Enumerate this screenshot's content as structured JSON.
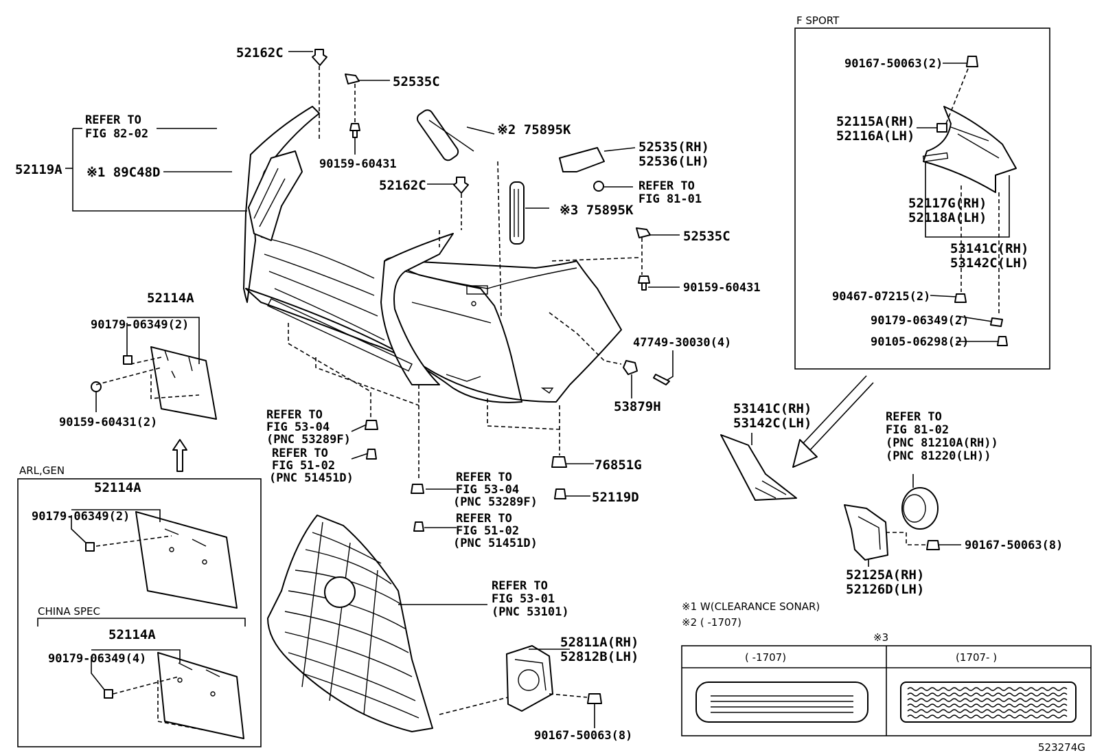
{
  "labels": {
    "p52162c_top": "52162C",
    "p52535c_top": "52535C",
    "refer82_a": "REFER TO",
    "refer82_b": "FIG 82-02",
    "p52119a": "52119A",
    "p89c48d": "※1 89C48D",
    "p90159_a": "90159-60431",
    "p75895k_2": "※2 75895K",
    "p52535rh": "52535(RH)",
    "p52536lh": "52536(LH)",
    "refer81_a": "REFER TO",
    "refer81_b": "FIG 81-01",
    "p52162c_mid": "52162C",
    "p75895k_3": "※3 75895K",
    "p52535c_mid": "52535C",
    "p90159_b": "90159-60431",
    "p47749": "47749-30030(4)",
    "p53879h": "53879H",
    "p52114a_main": "52114A",
    "p90179_main": "90179-06349(2)",
    "p90159_main": "90159-60431(2)",
    "ref5304_a1": "REFER TO",
    "ref5304_a2": "FIG 53-04",
    "ref5304_a3": "(PNC 53289F)",
    "ref5102_a1": "REFER TO",
    "ref5102_a2": "FIG 51-02",
    "ref5102_a3": "(PNC 51451D)",
    "ref5304_b1": "REFER TO",
    "ref5304_b2": "FIG 53-04",
    "ref5304_b3": "(PNC 53289F)",
    "ref5102_b1": "REFER TO",
    "ref5102_b2": "FIG 51-02",
    "ref5102_b3": "(PNC 51451D)",
    "p76851g": "76851G",
    "p52119d": "52119D",
    "ref5301_1": "REFER TO",
    "ref5301_2": "FIG 53-01",
    "ref5301_3": "(PNC 53101)",
    "p52811a": "52811A(RH)",
    "p52812b": "52812B(LH)",
    "p90167_bot": "90167-50063(8)",
    "p53141c_mid": "53141C(RH)",
    "p53142c_mid": "53142C(LH)",
    "ref8102_1": "REFER TO",
    "ref8102_2": "FIG 81-02",
    "ref8102_3": "(PNC 81210A(RH))",
    "ref8102_4": "(PNC 81220(LH))",
    "p90167_right": "90167-50063(8)",
    "p52125a": "52125A(RH)",
    "p52126d": "52126D(LH)",
    "fs_90167": "90167-50063(2)",
    "fs_52115a": "52115A(RH)",
    "fs_52116a": "52116A(LH)",
    "fs_52117g": "52117G(RH)",
    "fs_52118a": "52118A(LH)",
    "fs_53141c": "53141C(RH)",
    "fs_53142c": "53142C(LH)",
    "fs_90467": "90467-07215(2)",
    "fs_90179": "90179-06349(2)",
    "fs_90105": "90105-06298(2)",
    "arl_52114a": "52114A",
    "arl_90179": "90179-06349(2)",
    "cn_52114a": "52114A",
    "cn_90179": "90179-06349(4)",
    "diagram_id": "523274G"
  },
  "boxes": {
    "f_sport": "F SPORT",
    "arl_gen": "ARL,GEN",
    "china_spec": "CHINA SPEC"
  },
  "notes": {
    "n1": "※1 W(CLEARANCE SONAR)",
    "n2": "※2 (    -1707)",
    "n3": "※3",
    "col1": "(    -1707)",
    "col2": "(1707-    )"
  }
}
